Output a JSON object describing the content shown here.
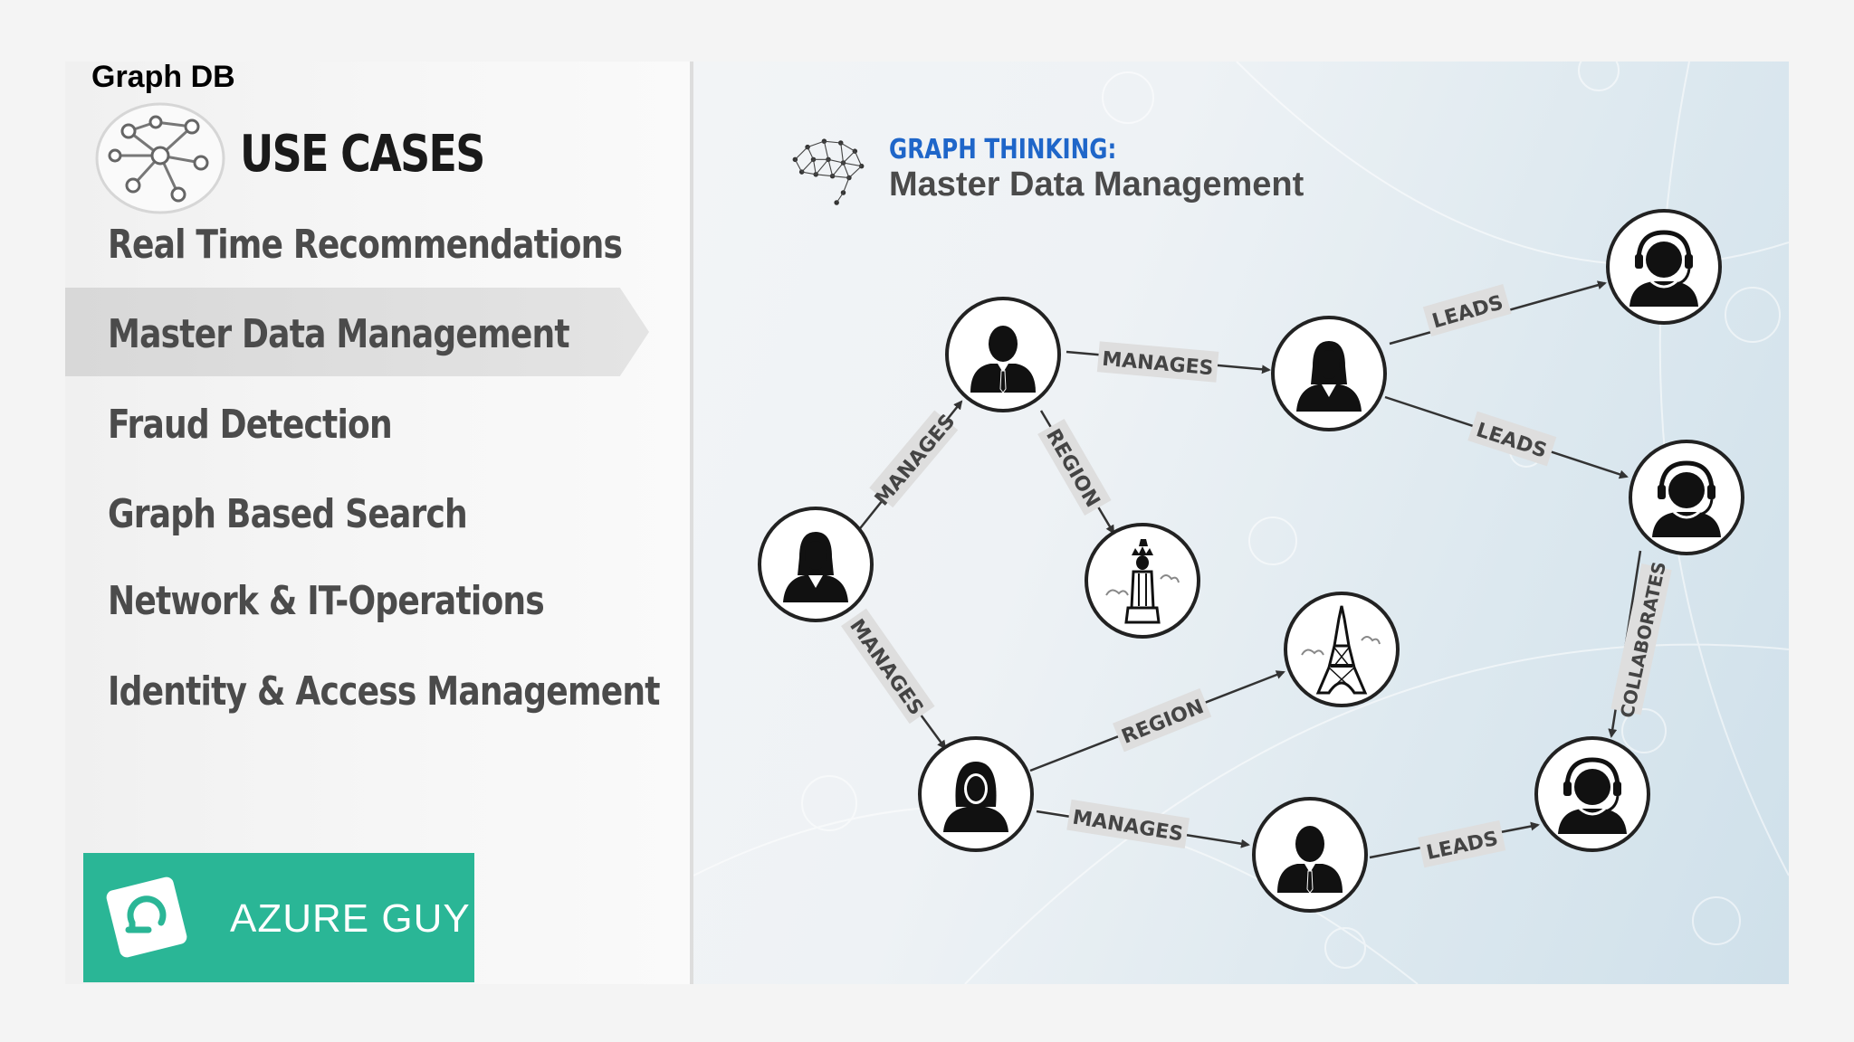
{
  "header": {
    "label": "Graph DB"
  },
  "left": {
    "title": "USE CASES",
    "menu": [
      {
        "label": "Real Time Recommendations",
        "active": false
      },
      {
        "label": "Master Data Management",
        "active": true
      },
      {
        "label": "Fraud Detection",
        "active": false
      },
      {
        "label": "Graph Based Search",
        "active": false
      },
      {
        "label": "Network & IT-Operations",
        "active": false
      },
      {
        "label": "Identity & Access Management",
        "active": false
      }
    ],
    "brand": {
      "text": "AZURE GUY",
      "color": "#2ab696"
    }
  },
  "diagram": {
    "heading": "GRAPH THINKING:",
    "subheading": "Master Data Management",
    "accent_color": "#1f66c9",
    "nodes": [
      {
        "id": "woman-left",
        "icon": "businesswoman-icon"
      },
      {
        "id": "man-top",
        "icon": "businessman-icon"
      },
      {
        "id": "woman-top",
        "icon": "businesswoman-icon"
      },
      {
        "id": "liberty",
        "icon": "statue-of-liberty-icon"
      },
      {
        "id": "eiffel",
        "icon": "eiffel-tower-icon"
      },
      {
        "id": "woman-bottom",
        "icon": "woman-icon"
      },
      {
        "id": "man-bottom",
        "icon": "businessman-icon"
      },
      {
        "id": "agent-1",
        "icon": "headset-agent-icon"
      },
      {
        "id": "agent-2",
        "icon": "headset-agent-icon"
      },
      {
        "id": "agent-3",
        "icon": "headset-agent-icon"
      }
    ],
    "edges": [
      {
        "from": "woman-left",
        "to": "man-top",
        "label": "MANAGES"
      },
      {
        "from": "man-top",
        "to": "woman-top",
        "label": "MANAGES"
      },
      {
        "from": "man-top",
        "to": "liberty",
        "label": "REGION"
      },
      {
        "from": "woman-top",
        "to": "agent-1",
        "label": "LEADS"
      },
      {
        "from": "woman-top",
        "to": "agent-2",
        "label": "LEADS"
      },
      {
        "from": "woman-left",
        "to": "woman-bottom",
        "label": "MANAGES"
      },
      {
        "from": "woman-bottom",
        "to": "eiffel",
        "label": "REGION"
      },
      {
        "from": "woman-bottom",
        "to": "man-bottom",
        "label": "MANAGES"
      },
      {
        "from": "man-bottom",
        "to": "agent-3",
        "label": "LEADS"
      },
      {
        "from": "agent-2",
        "to": "agent-3",
        "label": "COLLABORATES"
      }
    ]
  }
}
